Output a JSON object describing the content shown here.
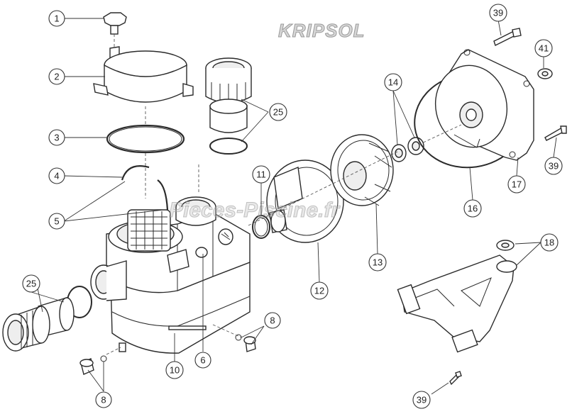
{
  "brand": {
    "logo_text": "KRIPSOL"
  },
  "watermark": {
    "text": "Pieces-Piscine.fr"
  },
  "colors": {
    "line": "#2b2b2b",
    "fill": "#ffffff",
    "watermark": "#bdbdbd"
  },
  "callouts": {
    "c1": "1",
    "c2": "2",
    "c3": "3",
    "c4": "4",
    "c5": "5",
    "c6": "6",
    "c8a": "8",
    "c8b": "8",
    "c10": "10",
    "c11": "11",
    "c12": "12",
    "c13": "13",
    "c14": "14",
    "c16": "16",
    "c17": "17",
    "c18": "18",
    "c25a": "25",
    "c25b": "25",
    "c39a": "39",
    "c39b": "39",
    "c39c": "39",
    "c41": "41"
  }
}
